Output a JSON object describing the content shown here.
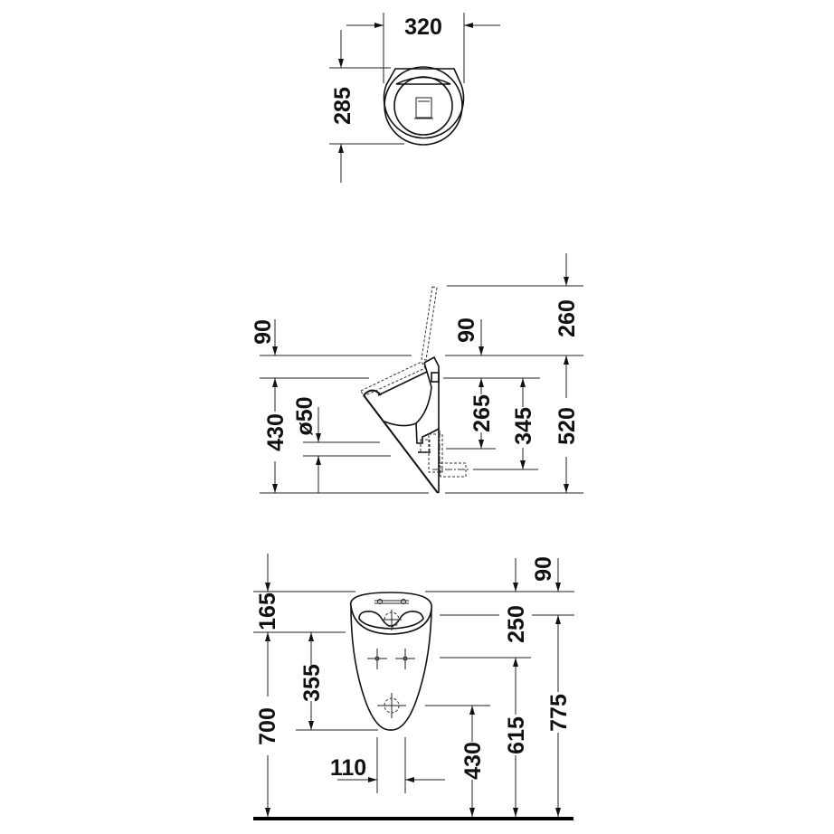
{
  "drawing": {
    "title": "Urinal technical dimension drawing",
    "units": "mm",
    "colors": {
      "line": "#111111",
      "background": "#ffffff"
    }
  },
  "top_view": {
    "width_label": "320",
    "depth_label": "285"
  },
  "side_view": {
    "lid_offset_left_label": "90",
    "lid_offset_right_label": "90",
    "lid_open_height_label": "260",
    "body_height_label": "430",
    "outlet_diameter_label": "ø50",
    "inlet_to_outlet_label": "265",
    "top_to_outlet_axis_label": "345",
    "total_side_height_label": "520"
  },
  "front_view": {
    "top_clearance_label": "165",
    "rim_depth_label": "250",
    "right_offset_label": "90",
    "bowl_to_bottom_label": "355",
    "bottom_height_label": "700",
    "outlet_width_label": "110",
    "outlet_height_label": "430",
    "fixing_height_label": "615",
    "rim_height_label": "775"
  }
}
